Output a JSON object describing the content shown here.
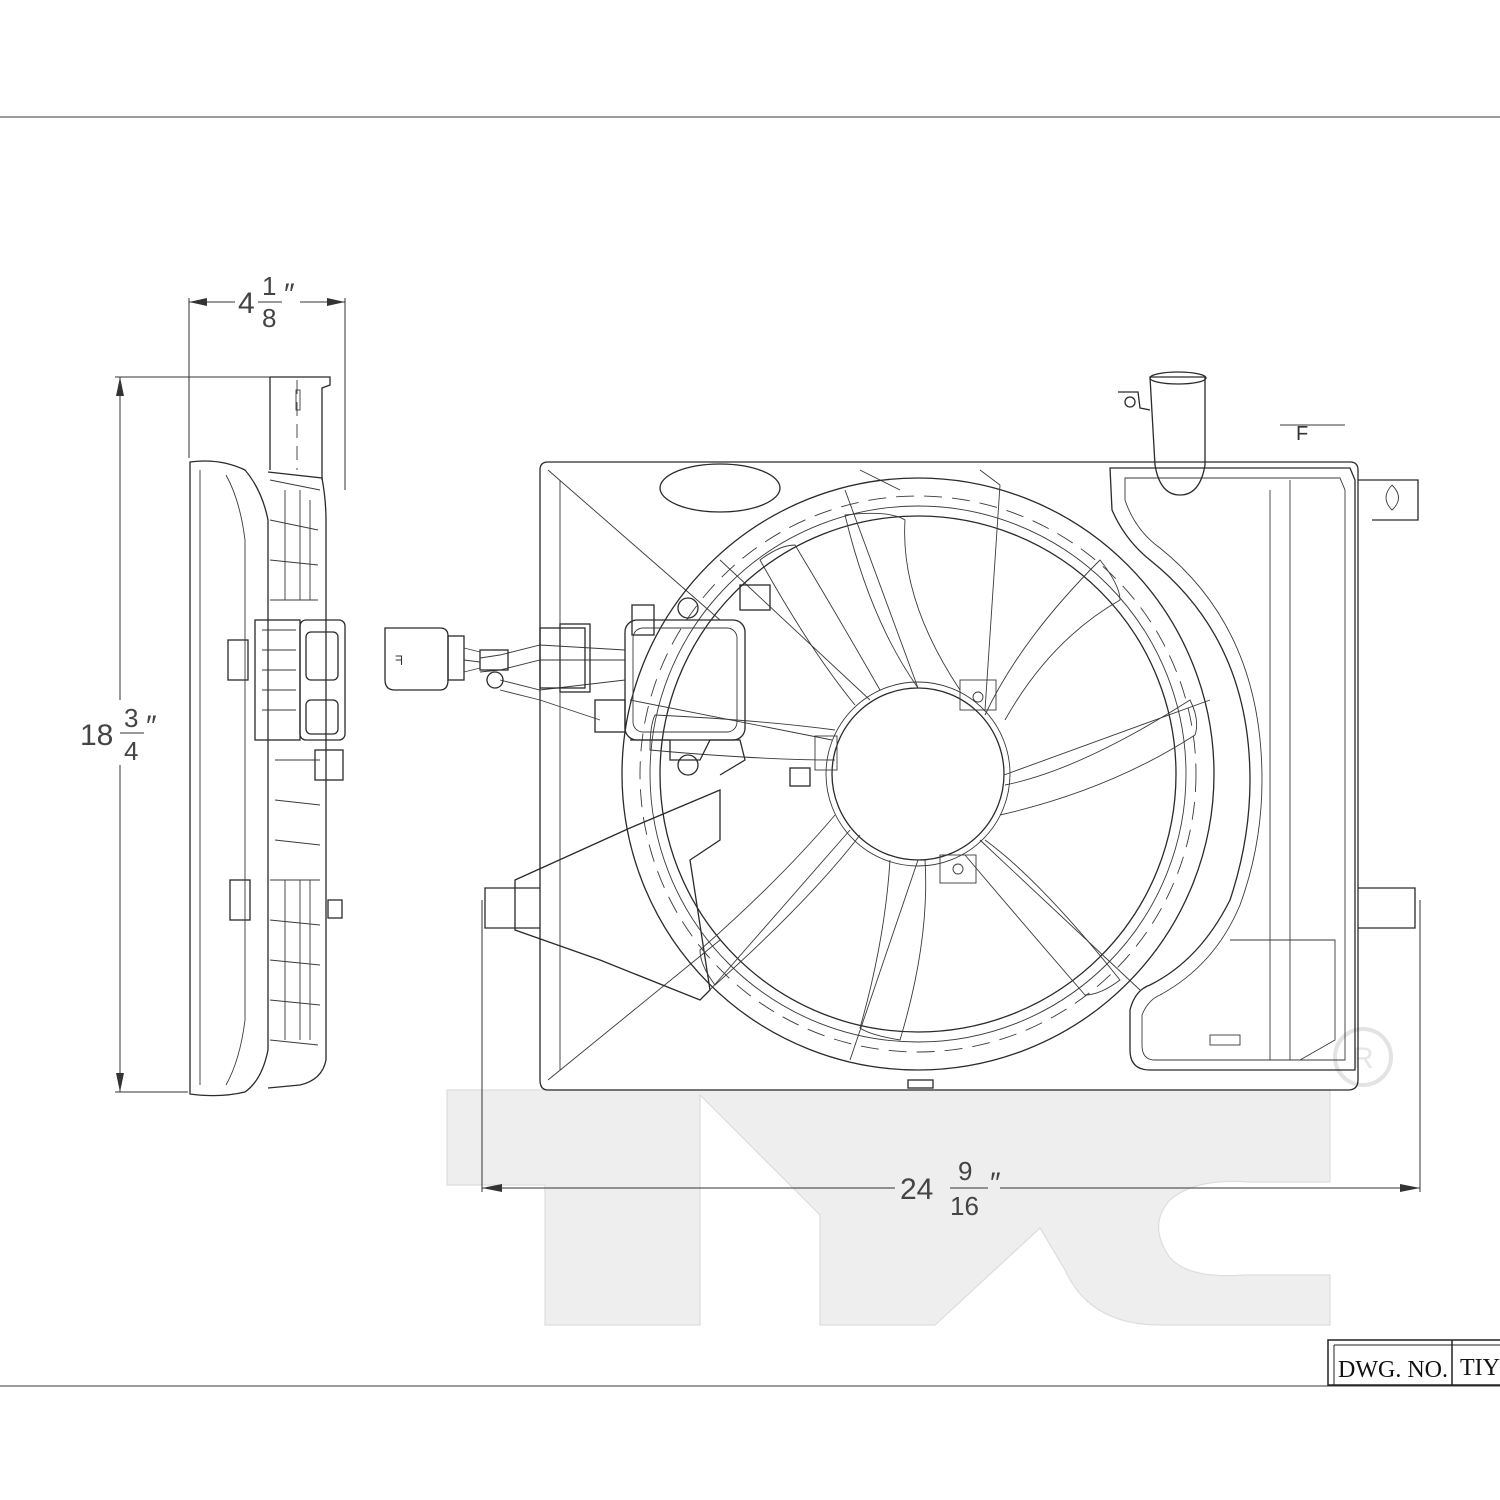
{
  "dimensions": {
    "depth": {
      "whole": "4",
      "numerator": "1",
      "denominator": "8",
      "unit": "″"
    },
    "height": {
      "whole": "18",
      "numerator": "3",
      "denominator": "4",
      "unit": "″"
    },
    "width": {
      "whole": "24",
      "numerator": "9",
      "denominator": "16",
      "unit": "″"
    }
  },
  "title_block": {
    "dwg_label": "DWG.  NO.",
    "dwg_value": "TIY"
  },
  "watermark": {
    "text": "TYC",
    "registered_mark": "R"
  },
  "connector_marks": {
    "plug_mark": "ᖷ",
    "frame_mark": "F"
  },
  "colors": {
    "line": "#2a2a2a",
    "watermark": "#eeeeee"
  }
}
